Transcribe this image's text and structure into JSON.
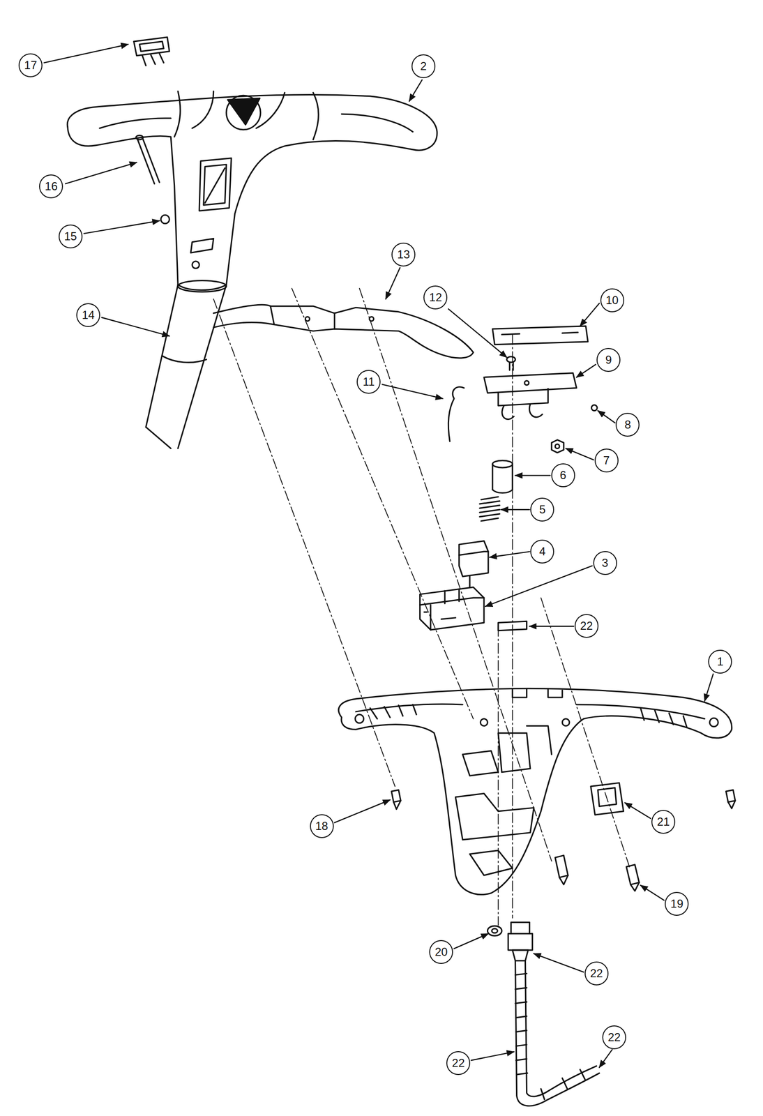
{
  "diagram": {
    "labels": [
      "17",
      "2",
      "16",
      "15",
      "13",
      "12",
      "10",
      "14",
      "11",
      "9",
      "8",
      "7",
      "6",
      "5",
      "4",
      "3",
      "22",
      "1",
      "18",
      "21",
      "19",
      "20",
      "22",
      "22",
      "22"
    ]
  }
}
